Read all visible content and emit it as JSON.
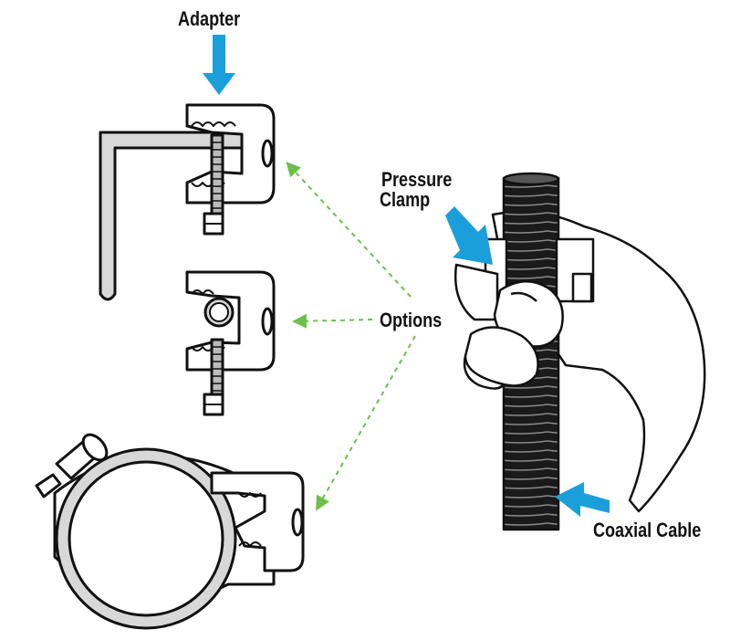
{
  "labels": {
    "adapter": "Adapter",
    "pressure_clamp": [
      "Pressure",
      "Clamp"
    ],
    "options": "Options",
    "coaxial_cable": "Coaxial Cable"
  },
  "colors": {
    "callout_arrow": "#1b9fdb",
    "option_pointer": "#6cc04a",
    "line": "#111111",
    "shading": "#d8d8d8",
    "cable": "#1a1a1a"
  },
  "icons": {
    "adapter_arrow": "arrow-down-icon",
    "pressure_clamp_arrow": "arrow-diagonal-icon",
    "coaxial_cable_arrow": "arrow-left-icon"
  }
}
